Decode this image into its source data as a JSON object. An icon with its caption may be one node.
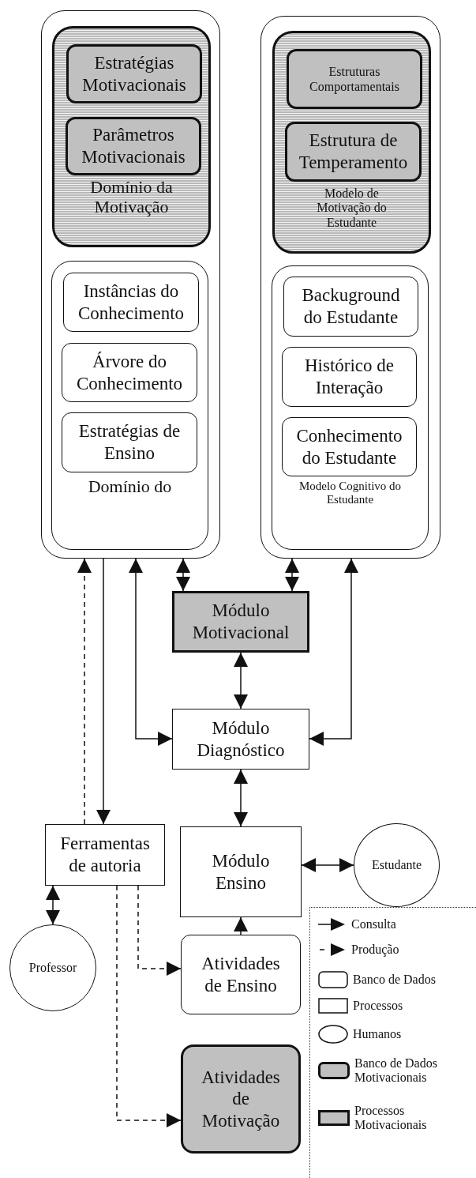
{
  "diagram": {
    "nodes": [
      {
        "text": [],
        "shape": "box"
      },
      {
        "text": [
          "Domínio da Motivação"
        ],
        "in": 0
      },
      {
        "text": [
          "Estratégias Motivacionais"
        ],
        "in": 1
      },
      {
        "text": [
          "Parâmetros Motivacionais"
        ],
        "in": 1
      },
      {
        "text": [
          "Domínio do"
        ],
        "in": 0
      },
      {
        "text": [
          "Instâncias do Conhecimento"
        ],
        "in": 4
      },
      {
        "text": [
          "Árvore do Conhecimento"
        ],
        "in": 4
      },
      {
        "text": [
          "Estratégias de Ensino"
        ],
        "in": 4
      },
      {
        "text": [],
        "shape": "box"
      },
      {
        "text": [
          "Modelo de Motivação do Estudante"
        ],
        "in": 8
      },
      {
        "text": [
          "Estruturas Comportamentais"
        ],
        "in": 9
      },
      {
        "text": [
          "Estrutura de Temperamento"
        ],
        "in": 9
      },
      {
        "text": [
          "Modelo Cognitivo do Estudante"
        ],
        "in": 8
      },
      {
        "text": [
          "Backuground do Estudante"
        ],
        "in": 12
      },
      {
        "text": [
          "Histórico de Interação"
        ],
        "in": 12
      },
      {
        "text": [
          "Conhecimento do Estudante"
        ],
        "in": 12
      },
      {
        "text": [
          "Módulo Motivacional"
        ]
      },
      {
        "text": [
          "Módulo Diagnóstico"
        ]
      },
      {
        "text": [
          "Ferramentas de autoria"
        ]
      },
      {
        "text": [
          "Módulo Ensino"
        ]
      },
      {
        "text": [
          "Estudante"
        ]
      },
      {
        "text": [
          "Professor"
        ]
      },
      {
        "text": [
          "Atividades de Ensino"
        ]
      },
      {
        "text": [
          "Atividades de Motivação"
        ]
      }
    ],
    "edges": [
      {
        "from": 18,
        "to": 0,
        "arrow": "to",
        "style": "dashed"
      },
      {
        "from": 0,
        "to": 18,
        "arrow": "to"
      },
      {
        "from": 0,
        "to": 17,
        "arrow": "both"
      },
      {
        "from": 0,
        "to": 16,
        "arrow": "both"
      },
      {
        "from": 8,
        "to": 16,
        "arrow": "both"
      },
      {
        "from": 8,
        "to": 17,
        "arrow": "both"
      },
      {
        "from": 16,
        "to": 17,
        "arrow": "both"
      },
      {
        "from": 17,
        "to": 19,
        "arrow": "both"
      },
      {
        "from": 19,
        "to": 20,
        "arrow": "both"
      },
      {
        "from": 18,
        "to": 21,
        "arrow": "both"
      },
      {
        "from": 18,
        "to": 22,
        "arrow": "to",
        "style": "dashed"
      },
      {
        "from": 18,
        "to": 23,
        "arrow": "to",
        "style": "dashed"
      },
      {
        "from": 22,
        "to": 19,
        "arrow": "to"
      }
    ],
    "legend": [
      {
        "text": "Consulta"
      },
      {
        "text": "Produção"
      },
      {
        "text": "Banco de Dados"
      },
      {
        "text": "Processos"
      },
      {
        "text": "Humanos"
      },
      {
        "text": "Banco de Dados Motivacionais"
      },
      {
        "text": "Processos Motivacionais"
      }
    ]
  }
}
